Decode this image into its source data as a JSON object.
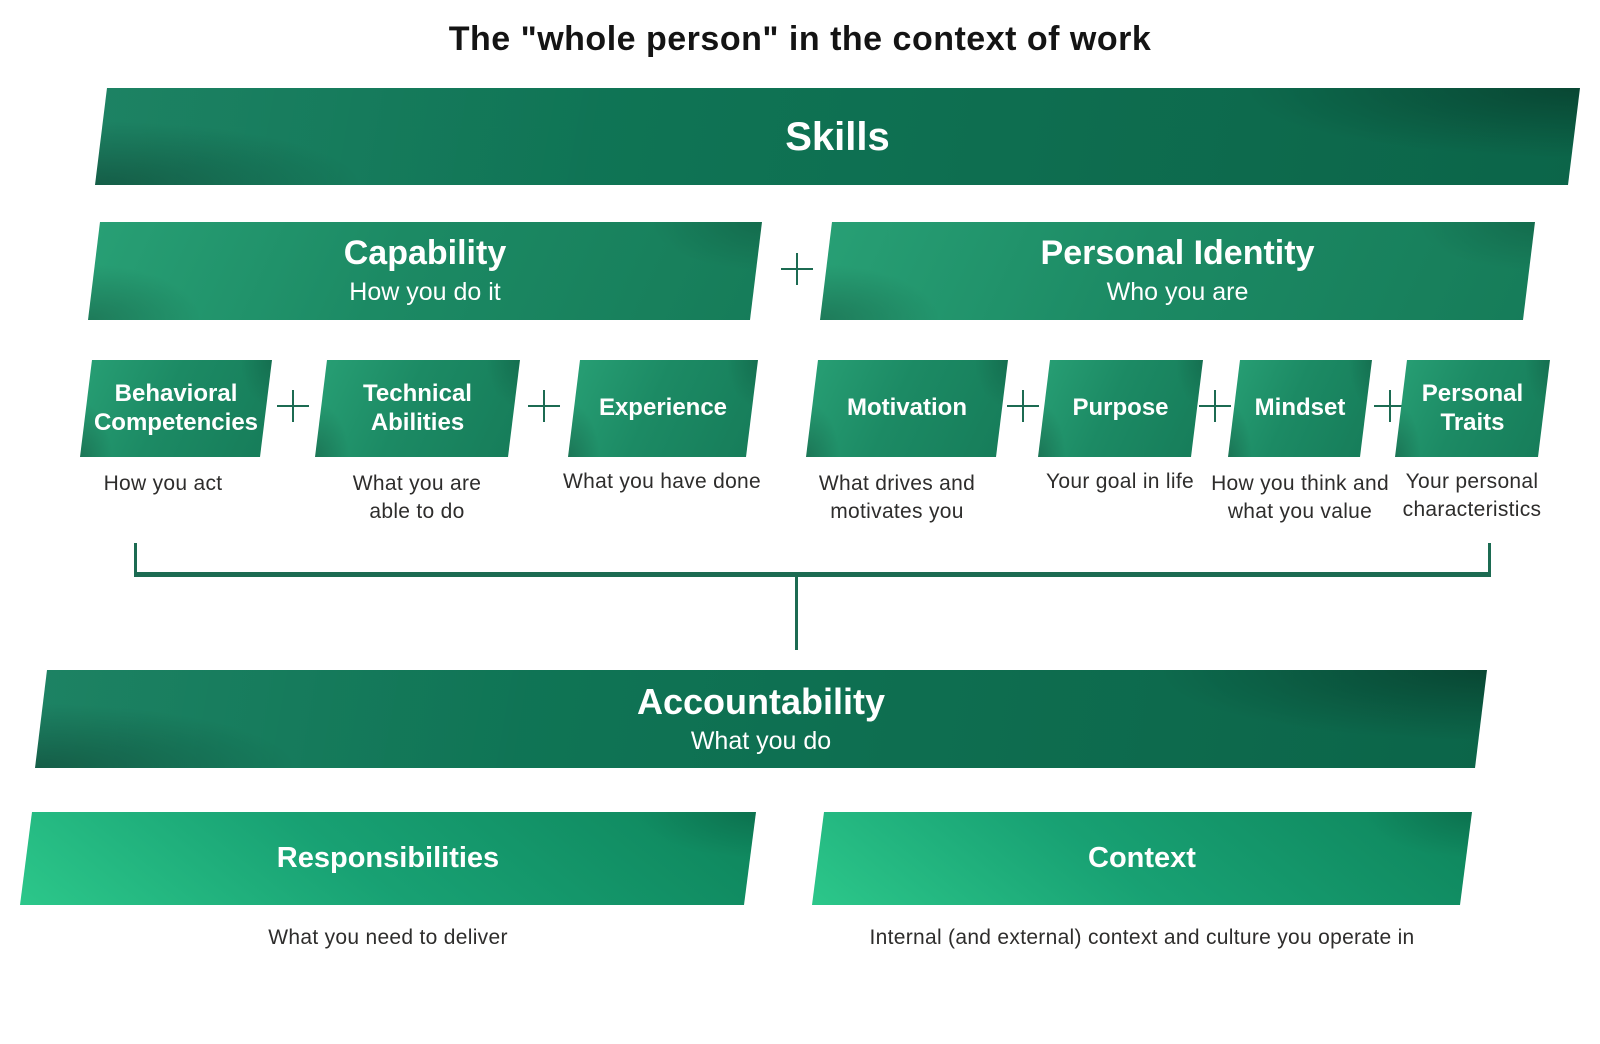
{
  "title": "The \"whole person\" in the context of work",
  "colors": {
    "banner-dark-a": "#117C5B",
    "banner-dark-b": "#0C6549",
    "banner-mid-a": "#28A075",
    "banner-mid-b": "#167C59",
    "banner-bright-a": "#2CC78A",
    "banner-bright-b": "#0E855C",
    "connector": "#1C6B52",
    "caption-text": "#2E2D2C",
    "title-text": "#141414",
    "banner-text": "#FFFFFF"
  },
  "icons": {
    "plus": "plus-icon"
  },
  "skills": {
    "label": "Skills"
  },
  "capability": {
    "title": "Capability",
    "subtitle": "How you do it",
    "items": [
      {
        "label": "Behavioral Competencies",
        "caption": "How you act"
      },
      {
        "label": "Technical Abilities",
        "caption": "What you are able to do"
      },
      {
        "label": "Experience",
        "caption": "What you have done"
      }
    ]
  },
  "personal_identity": {
    "title": "Personal Identity",
    "subtitle": "Who you are",
    "items": [
      {
        "label": "Motivation",
        "caption": "What drives and motivates you"
      },
      {
        "label": "Purpose",
        "caption": "Your goal in life"
      },
      {
        "label": "Mindset",
        "caption": "How you think and what you value"
      },
      {
        "label": "Personal Traits",
        "caption": "Your personal characteristics"
      }
    ]
  },
  "accountability": {
    "title": "Accountability",
    "subtitle": "What you do"
  },
  "responsibilities": {
    "title": "Responsibilities",
    "caption": "What you need to deliver"
  },
  "context": {
    "title": "Context",
    "caption": "Internal (and external) context and culture you operate in"
  }
}
